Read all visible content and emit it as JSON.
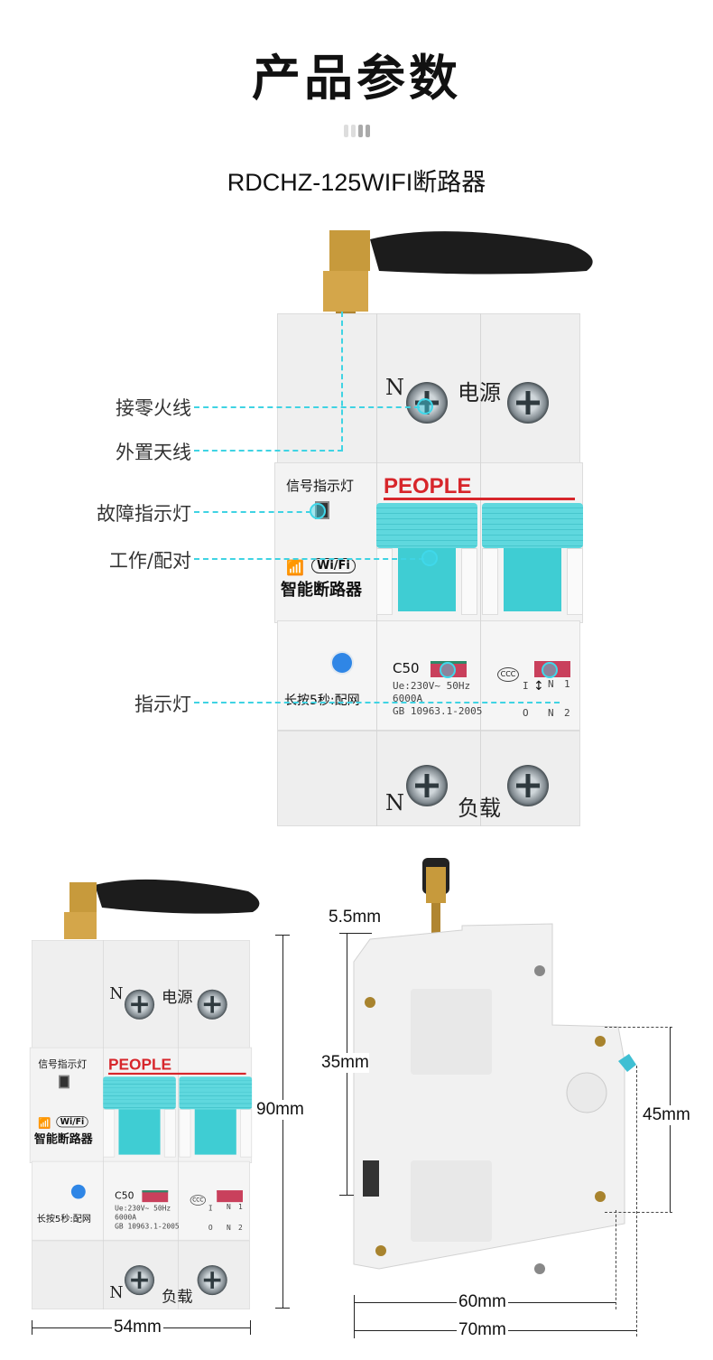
{
  "header": {
    "title": "产品参数",
    "subtitle": "RDCHZ-125WIFI断路器"
  },
  "callouts": [
    "接零火线",
    "外置天线",
    "故障指示灯",
    "工作/配对",
    "指示灯"
  ],
  "breaker": {
    "top_n": "N",
    "top_label": "电源",
    "signal_label": "信号指示灯",
    "brand": "PEOPLE",
    "wifi_badge": "Wi/Fi",
    "product_name": "智能断路器",
    "rating": "C50",
    "spec_1": "Ue:230V~ 50Hz",
    "spec_2": "6000A",
    "spec_3": "GB 10963.1-2005",
    "button_label": "长按5秒:配网",
    "bot_n": "N",
    "bot_label": "负载",
    "diagram": {
      "on": "I",
      "off": "O",
      "n_top": "N",
      "one": "1",
      "n_bot": "N",
      "two": "2"
    }
  },
  "dimensions": {
    "height": "90mm",
    "width": "54mm",
    "terminal_gap": "5.5mm",
    "depth_35": "35mm",
    "depth_45": "45mm",
    "depth_60": "60mm",
    "depth_70": "70mm"
  },
  "colors": {
    "accent": "#3fd3e3",
    "brand_red": "#d7262b",
    "handle": "#4dd0d8"
  }
}
